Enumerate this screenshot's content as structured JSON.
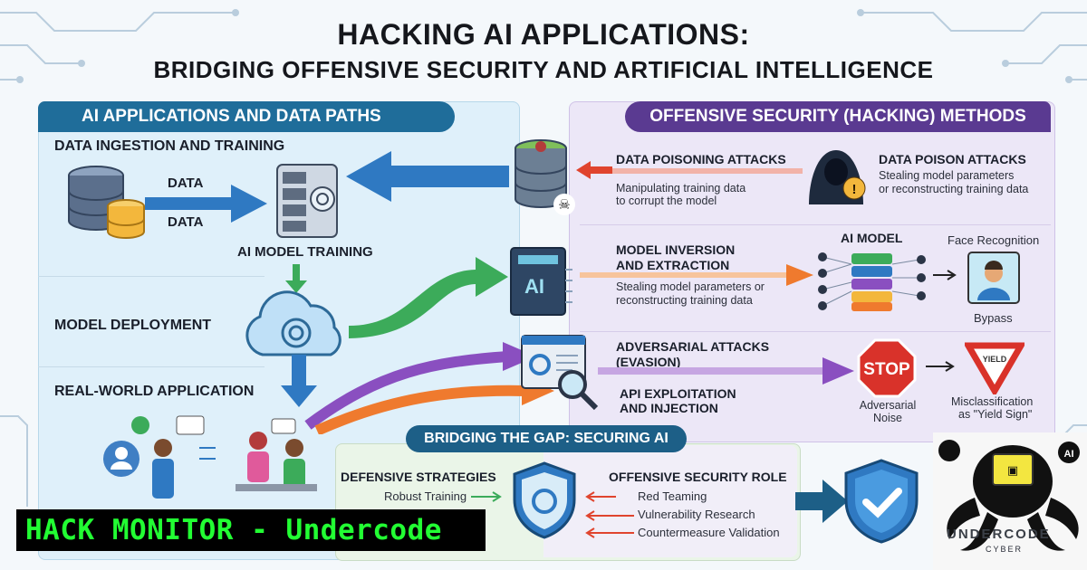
{
  "title": "HACKING AI APPLICATIONS:",
  "subtitle": "BRIDGING OFFENSIVE SECURITY AND ARTIFICIAL INTELLIGENCE",
  "left_panel": {
    "header": "AI APPLICATIONS AND DATA PATHS",
    "ingestion": "DATA INGESTION AND TRAINING",
    "data1": "DATA",
    "data2": "DATA",
    "training": "AI MODEL TRAINING",
    "deployment": "MODEL DEPLOYMENT",
    "real_world": "REAL-WORLD APPLICATION"
  },
  "right_panel": {
    "header": "OFFENSIVE SECURITY (HACKING) METHODS",
    "poisoning": {
      "title": "DATA POISONING ATTACKS",
      "desc1": "Manipulating training data",
      "desc2": "to corrupt the model",
      "side_title": "DATA POISON ATTACKS",
      "side_desc1": "Stealing model parameters",
      "side_desc2": "or reconstructing training data"
    },
    "inversion": {
      "title1": "MODEL INVERSION",
      "title2": "AND EXTRACTION",
      "desc1": "Stealing model parameters or",
      "desc2": "reconstructing training data",
      "model_label": "AI MODEL",
      "face_label": "Face Recognition",
      "bypass": "Bypass"
    },
    "adversarial": {
      "title1": "ADVERSARIAL ATTACKS",
      "title2": "(EVASION)",
      "api1": "API EXPLOITATION",
      "api2": "AND INJECTION",
      "stop": "STOP",
      "noise1": "Adversarial",
      "noise2": "Noise",
      "yield": "YIELD",
      "misc1": "Misclassification",
      "misc2": "as \"Yield Sign\""
    }
  },
  "bottom_panel": {
    "header": "BRIDGING THE GAP: SECURING AI",
    "defensive_title": "DEFENSIVE STRATEGIES",
    "defensive_items": [
      "Robust Training"
    ],
    "offensive_title": "OFFENSIVE SECURITY ROLE",
    "offensive_items": [
      "Red Teaming",
      "Vulnerability Research",
      "Countermeasure Validation"
    ]
  },
  "banner": "HACK MONITOR - Undercode",
  "brand": "UNDERCODE",
  "brand_sub": "CYBER",
  "ai_chip": "AI",
  "colors": {
    "left_header": "#1f6d9a",
    "right_header": "#5a3a91",
    "bottom_header": "#1d5f87",
    "banner_text": "#22ff33",
    "arrow_blue": "#2f79c2",
    "arrow_green": "#3cab5a",
    "arrow_purple": "#8a4fc0",
    "arrow_orange": "#ef7a2e"
  }
}
